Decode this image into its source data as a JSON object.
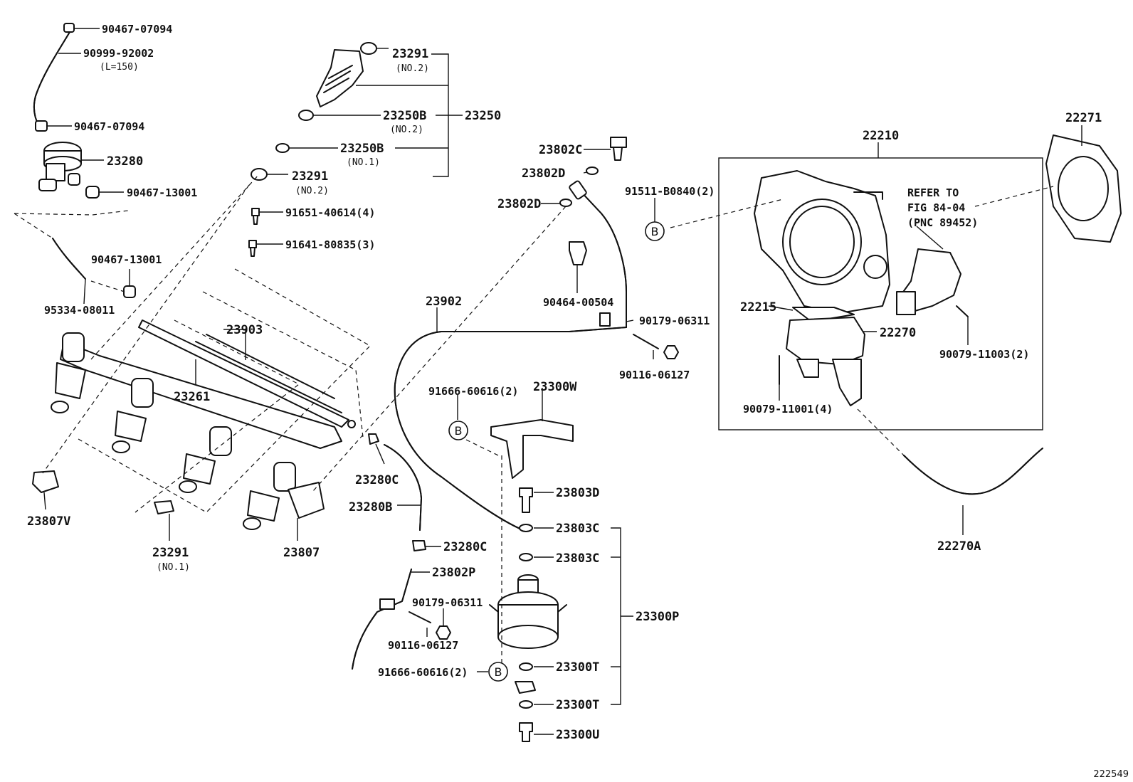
{
  "diagram_id": "222549",
  "ref_marker": "B",
  "refer_note": {
    "line1": "REFER TO",
    "line2": "FIG 84-04",
    "line3": "(PNC 89452)"
  },
  "labels": {
    "p90467_07094_a": "90467-07094",
    "p90999_92002": "90999-92002",
    "p90999_92002_note": "(L=150)",
    "p90467_07094_b": "90467-07094",
    "p23280": "23280",
    "p90467_13001_a": "90467-13001",
    "p90467_13001_b": "90467-13001",
    "p95334_08011": "95334-08011",
    "p23291_top": "23291",
    "p23291_top_note": "(NO.2)",
    "p23250B_no2": "23250B",
    "p23250B_no2_note": "(NO.2)",
    "p23250": "23250",
    "p23250B_no1": "23250B",
    "p23250B_no1_note": "(NO.1)",
    "p23291_mid": "23291",
    "p23291_mid_note": "(NO.2)",
    "p91651_40614": "91651-40614(4)",
    "p91641_80835": "91641-80835(3)",
    "p23903": "23903",
    "p23261": "23261",
    "p23807V": "23807V",
    "p23291_bot": "23291",
    "p23291_bot_note": "(NO.1)",
    "p23807": "23807",
    "p23802C": "23802C",
    "p23802D_a": "23802D",
    "p23802D_b": "23802D",
    "p91511_B0840": "91511-B0840(2)",
    "p90464_00504": "90464-00504",
    "p23902": "23902",
    "p90179_06311_a": "90179-06311",
    "p90116_06127_a": "90116-06127",
    "p91666_60616_a": "91666-60616(2)",
    "p23300W": "23300W",
    "p23280C_a": "23280C",
    "p23280B": "23280B",
    "p23280C_b": "23280C",
    "p23803D": "23803D",
    "p23803C_a": "23803C",
    "p23803C_b": "23803C",
    "p23802P": "23802P",
    "p90179_06311_b": "90179-06311",
    "p23300P": "23300P",
    "p90116_06127_b": "90116-06127",
    "p91666_60616_b": "91666-60616(2)",
    "p23300T_a": "23300T",
    "p23300T_b": "23300T",
    "p23300U": "23300U",
    "p22210": "22210",
    "p22271": "22271",
    "p22215": "22215",
    "p22270": "22270",
    "p90079_11003": "90079-11003(2)",
    "p90079_11001": "90079-11001(4)",
    "p22270A": "22270A"
  }
}
